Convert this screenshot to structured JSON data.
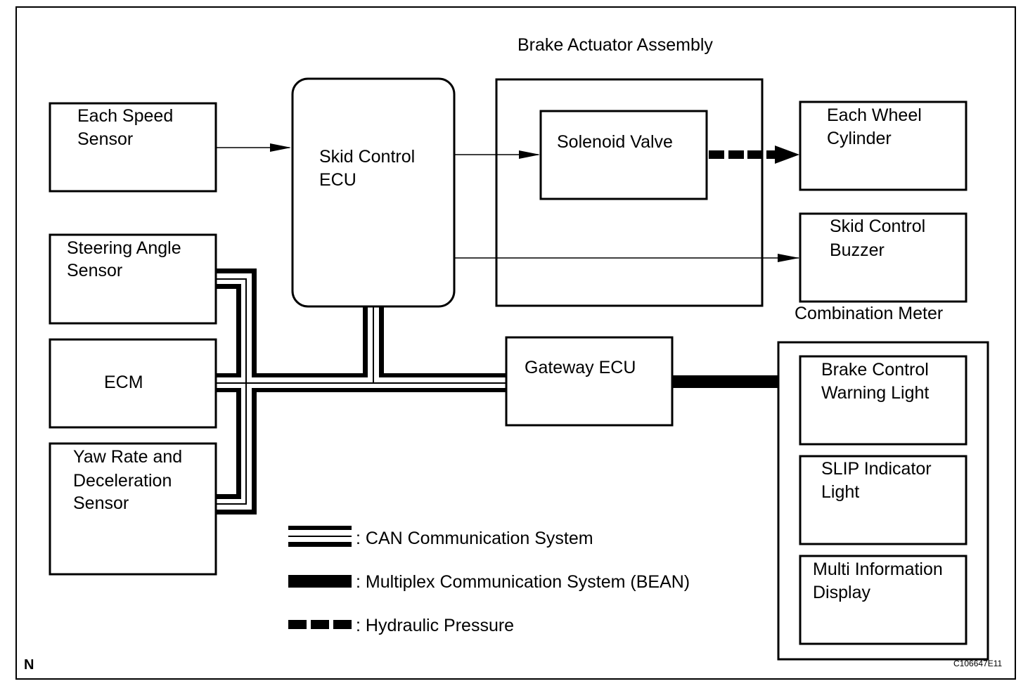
{
  "figure": {
    "corner_label": "N",
    "figure_id": "C106647E11"
  },
  "groups": {
    "brake_actuator_assembly": "Brake Actuator Assembly",
    "combination_meter": "Combination Meter"
  },
  "components": {
    "speed_sensor": [
      "Each Speed",
      "Sensor"
    ],
    "steering_angle_sensor": [
      "Steering Angle",
      "Sensor"
    ],
    "ecm": [
      "ECM"
    ],
    "yaw_rate_sensor": [
      "Yaw Rate and",
      "Deceleration",
      "Sensor"
    ],
    "skid_control_ecu": [
      "Skid Control",
      "ECU"
    ],
    "solenoid_valve": [
      "Solenoid Valve"
    ],
    "wheel_cylinder": [
      "Each Wheel",
      "Cylinder"
    ],
    "skid_control_buzzer": [
      "Skid Control",
      "Buzzer"
    ],
    "gateway_ecu": [
      "Gateway ECU"
    ],
    "brake_warning_light": [
      "Brake Control",
      "Warning Light"
    ],
    "slip_indicator": [
      "SLIP Indicator",
      "Light"
    ],
    "multi_info_display": [
      "Multi Information",
      "Display"
    ]
  },
  "legend": [
    {
      "type": "can",
      "label": ": CAN Communication System"
    },
    {
      "type": "bean",
      "label": ": Multiplex Communication System (BEAN)"
    },
    {
      "type": "hydraulic",
      "label": ": Hydraulic Pressure"
    }
  ],
  "colors": {
    "line": "#000000",
    "background": "#ffffff"
  }
}
